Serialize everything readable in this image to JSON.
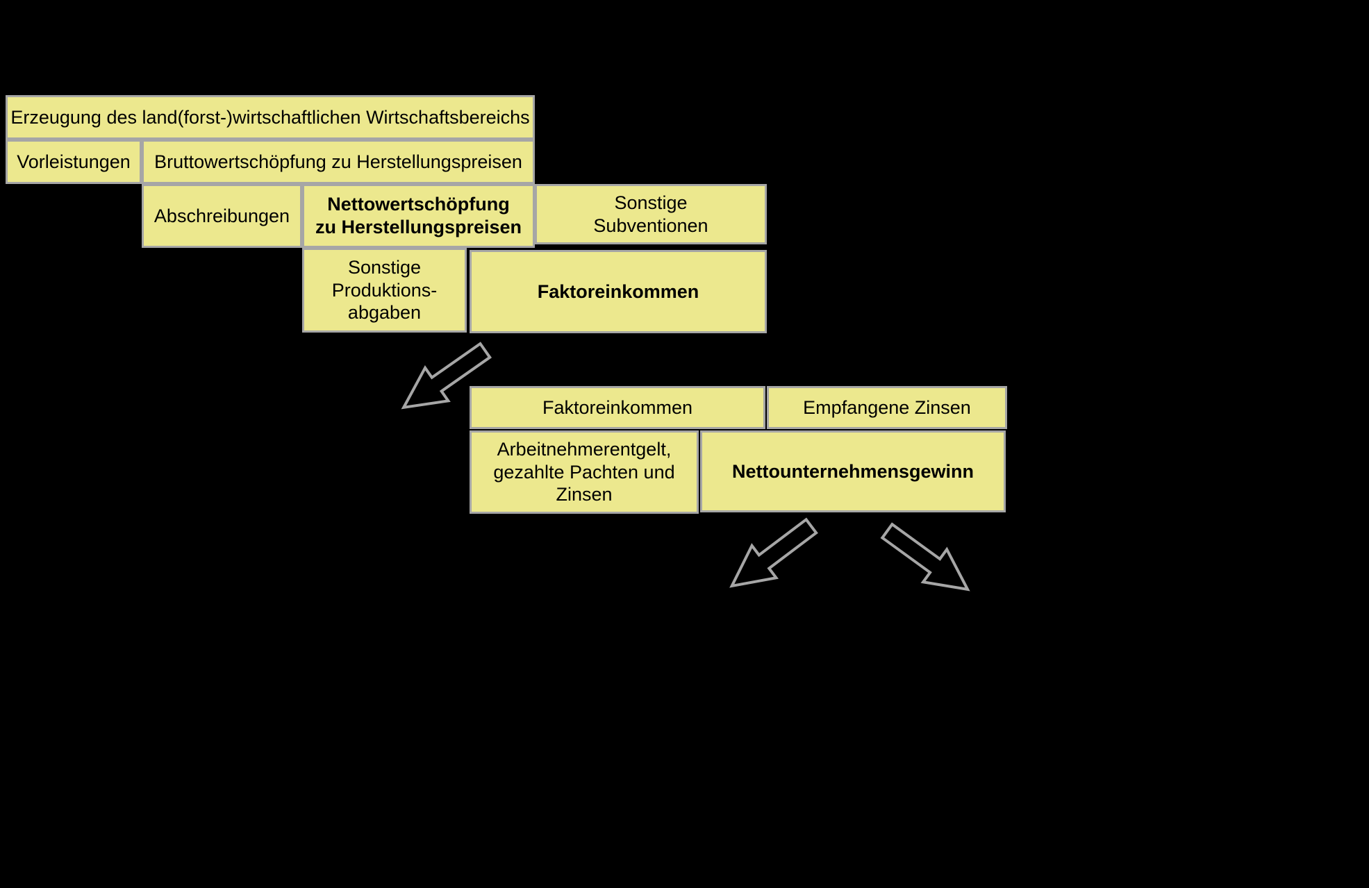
{
  "colors": {
    "background": "#000000",
    "box_fill": "#ece88e",
    "box_border": "#a6a6a6",
    "text": "#000000",
    "arrow_fill": "#000000",
    "arrow_outline": "#a6a6a6"
  },
  "boxes": {
    "erzeugung": {
      "label": "Erzeugung des land(forst-)wirtschaftlichen Wirtschaftsbereichs",
      "bold": false
    },
    "vorleistungen": {
      "label": "Vorleistungen",
      "bold": false
    },
    "bruttowertschoepfung": {
      "label": "Bruttowertschöpfung zu Herstellungspreisen",
      "bold": false
    },
    "abschreibungen": {
      "label": "Abschreibungen",
      "bold": false
    },
    "nettowertschoepfung": {
      "label": "Nettowertschöpfung\nzu Herstellungspreisen",
      "bold": true
    },
    "sonstige_subventionen": {
      "label": "Sonstige\nSubventionen",
      "bold": false
    },
    "sonstige_produktionsabgaben": {
      "label": "Sonstige\nProduktions-\nabgaben",
      "bold": false
    },
    "faktoreinkommen_1": {
      "label": "Faktoreinkommen",
      "bold": true
    },
    "faktoreinkommen_2": {
      "label": "Faktoreinkommen",
      "bold": false
    },
    "empfangene_zinsen": {
      "label": "Empfangene Zinsen",
      "bold": false
    },
    "arbeitnehmerentgelt": {
      "label": "Arbeitnehmerentgelt,\ngezahlte Pachten und\nZinsen",
      "bold": false
    },
    "nettounternehmensgewinn": {
      "label": "Nettounternehmensgewinn",
      "bold": true
    }
  },
  "arrows": [
    {
      "name": "arrow-down-left-icon",
      "direction": "down-left"
    },
    {
      "name": "arrow-down-left-icon",
      "direction": "down-left"
    },
    {
      "name": "arrow-down-right-icon",
      "direction": "down-right"
    }
  ]
}
